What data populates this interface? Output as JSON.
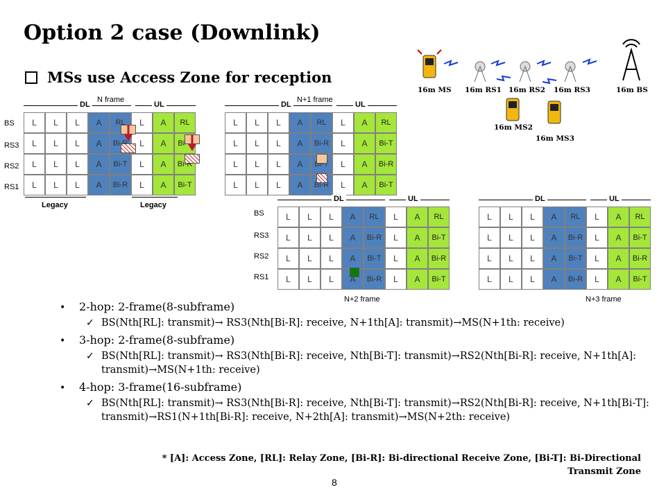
{
  "slide": {
    "title": "Option 2 case (Downlink)",
    "subtitle": "MSs use Access Zone for reception",
    "page_number": "8"
  },
  "diagram": {
    "row_labels": [
      "BS",
      "RS3",
      "RS2",
      "RS1"
    ],
    "dl_label": "DL",
    "ul_label": "UL",
    "legacy_label": "Legacy",
    "rows": [
      [
        "L",
        "L",
        "L",
        "A",
        "RL",
        "L",
        "A",
        "RL"
      ],
      [
        "L",
        "L",
        "L",
        "A",
        "Bi-R",
        "L",
        "A",
        "Bi-T"
      ],
      [
        "L",
        "L",
        "L",
        "A",
        "Bi-T",
        "L",
        "A",
        "Bi-R"
      ],
      [
        "L",
        "L",
        "L",
        "A",
        "Bi-R",
        "L",
        "A",
        "Bi-T"
      ]
    ],
    "frames": [
      {
        "name": "N frame"
      },
      {
        "name": "N+1 frame"
      },
      {
        "name": "N+2 frame"
      },
      {
        "name": "N+3 frame"
      }
    ]
  },
  "topology": {
    "nodes": [
      "16m MS",
      "16m RS1",
      "16m RS2",
      "16m RS3",
      "16m BS",
      "16m MS2",
      "16m MS3"
    ]
  },
  "bullets": [
    {
      "text": "2-hop: 2-frame(8-subframe)",
      "detail": "BS(Nth[RL]: transmit)→ RS3(Nth[Bi-R]: receive, N+1th[A]: transmit)→MS(N+1th: receive)"
    },
    {
      "text": "3-hop: 2-frame(8-subframe)",
      "detail": "BS(Nth[RL]: transmit)→ RS3(Nth[Bi-R]: receive, Nth[Bi-T]: transmit)→RS2(Nth[Bi-R]: receive, N+1th[A]: transmit)→MS(N+1th: receive)"
    },
    {
      "text": "4-hop: 3-frame(16-subframe)",
      "detail": "BS(Nth[RL]: transmit)→ RS3(Nth[Bi-R]: receive, Nth[Bi-T]: transmit)→RS2(Nth[Bi-R]: receive, N+1th[Bi-T]: transmit)→RS1(N+1th[Bi-R]: receive, N+2th[A]: transmit)→MS(N+2th: receive)"
    }
  ],
  "footnote": {
    "line1": "* [A]: Access Zone, [RL]: Relay Zone, [Bi-R]: Bi-directional Receive Zone, [Bi-T]: Bi-Directional",
    "line2": "Transmit Zone"
  },
  "colors": {
    "access_zone": "#4f81bd",
    "uplink_zone": "#a5e63a",
    "marker_green": "#0a7a0a",
    "marker_orange": "#f8c89a",
    "arrow_red": "#c0182b"
  }
}
